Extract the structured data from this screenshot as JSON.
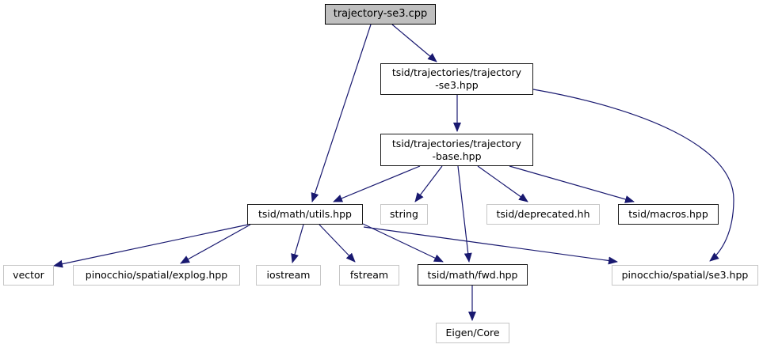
{
  "graph": {
    "type": "include-dependency-graph",
    "edge_color": "#191970",
    "root_fill": "#bfbfbf",
    "documented_border": "#000000",
    "external_border": "#c6c6c6",
    "nodes": [
      {
        "id": "trajectory-se3-cpp",
        "label": "trajectory-se3.cpp",
        "style": "current"
      },
      {
        "id": "trajectory-se3-hpp",
        "label": "tsid/trajectories/trajectory-se3.hpp",
        "lines": [
          "tsid/trajectories/trajectory",
          "-se3.hpp"
        ],
        "style": "documented"
      },
      {
        "id": "trajectory-base-hpp",
        "label": "tsid/trajectories/trajectory-base.hpp",
        "lines": [
          "tsid/trajectories/trajectory",
          "-base.hpp"
        ],
        "style": "documented"
      },
      {
        "id": "tsid-math-utils-hpp",
        "label": "tsid/math/utils.hpp",
        "style": "documented"
      },
      {
        "id": "string",
        "label": "string",
        "style": "external"
      },
      {
        "id": "tsid-deprecated-hh",
        "label": "tsid/deprecated.hh",
        "style": "external"
      },
      {
        "id": "tsid-macros-hpp",
        "label": "tsid/macros.hpp",
        "style": "documented"
      },
      {
        "id": "vector",
        "label": "vector",
        "style": "external"
      },
      {
        "id": "pinocchio-spatial-explog-hpp",
        "label": "pinocchio/spatial/explog.hpp",
        "style": "external"
      },
      {
        "id": "iostream",
        "label": "iostream",
        "style": "external"
      },
      {
        "id": "fstream",
        "label": "fstream",
        "style": "external"
      },
      {
        "id": "tsid-math-fwd-hpp",
        "label": "tsid/math/fwd.hpp",
        "style": "documented"
      },
      {
        "id": "pinocchio-spatial-se3-hpp",
        "label": "pinocchio/spatial/se3.hpp",
        "style": "external"
      },
      {
        "id": "eigen-core",
        "label": "Eigen/Core",
        "style": "external"
      }
    ],
    "edges": [
      {
        "from": "trajectory-se3.cpp",
        "to": "tsid/trajectories/trajectory-se3.hpp"
      },
      {
        "from": "trajectory-se3.cpp",
        "to": "tsid/math/utils.hpp"
      },
      {
        "from": "tsid/trajectories/trajectory-se3.hpp",
        "to": "tsid/trajectories/trajectory-base.hpp"
      },
      {
        "from": "tsid/trajectories/trajectory-se3.hpp",
        "to": "pinocchio/spatial/se3.hpp"
      },
      {
        "from": "tsid/trajectories/trajectory-base.hpp",
        "to": "tsid/math/utils.hpp"
      },
      {
        "from": "tsid/trajectories/trajectory-base.hpp",
        "to": "string"
      },
      {
        "from": "tsid/trajectories/trajectory-base.hpp",
        "to": "tsid/math/fwd.hpp"
      },
      {
        "from": "tsid/trajectories/trajectory-base.hpp",
        "to": "tsid/deprecated.hh"
      },
      {
        "from": "tsid/trajectories/trajectory-base.hpp",
        "to": "tsid/macros.hpp"
      },
      {
        "from": "tsid/math/utils.hpp",
        "to": "vector"
      },
      {
        "from": "tsid/math/utils.hpp",
        "to": "pinocchio/spatial/explog.hpp"
      },
      {
        "from": "tsid/math/utils.hpp",
        "to": "iostream"
      },
      {
        "from": "tsid/math/utils.hpp",
        "to": "fstream"
      },
      {
        "from": "tsid/math/utils.hpp",
        "to": "tsid/math/fwd.hpp"
      },
      {
        "from": "tsid/math/utils.hpp",
        "to": "pinocchio/spatial/se3.hpp"
      },
      {
        "from": "tsid/math/fwd.hpp",
        "to": "Eigen/Core"
      }
    ]
  }
}
